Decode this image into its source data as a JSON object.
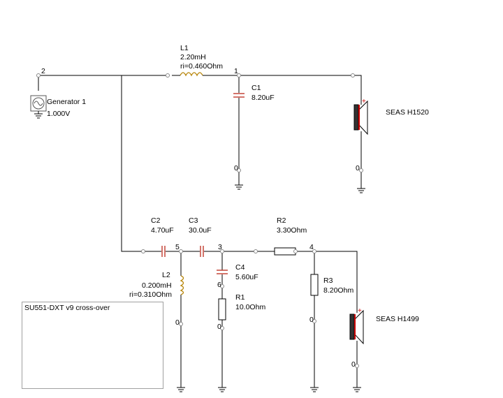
{
  "components": {
    "L1": {
      "name": "L1",
      "value": "2.20mH",
      "ri": "ri=0.460Ohm"
    },
    "C1": {
      "name": "C1",
      "value": "8.20uF"
    },
    "generator": {
      "name": "Generator 1",
      "value": "1.000V"
    },
    "tweeter": {
      "name": "SEAS H1520"
    },
    "C2": {
      "name": "C2",
      "value": "4.70uF"
    },
    "C3": {
      "name": "C3",
      "value": "30.0uF"
    },
    "R2": {
      "name": "R2",
      "value": "3.30Ohm"
    },
    "L2": {
      "name": "L2",
      "value": "0.200mH",
      "ri": "ri=0.310Ohm"
    },
    "C4": {
      "name": "C4",
      "value": "5.60uF"
    },
    "R1": {
      "name": "R1",
      "value": "10.0Ohm"
    },
    "R3": {
      "name": "R3",
      "value": "8.20Ohm"
    },
    "woofer": {
      "name": "SEAS H1499"
    }
  },
  "nodes": {
    "n1": "1",
    "n2": "2",
    "n3": "3",
    "n4": "4",
    "n5": "5",
    "n6": "6",
    "gnd_c1": "0",
    "gnd_tw": "0",
    "gnd_l2": "0",
    "gnd_r1": "0",
    "gnd_r3": "0",
    "gnd_wf": "0"
  },
  "note": {
    "text": "SU551-DXT v9 cross-over"
  },
  "colors": {
    "capacitor": "#c0392b",
    "inductor": "#b8860b",
    "speaker_accent": "#cc0000",
    "generator": "#555555"
  }
}
